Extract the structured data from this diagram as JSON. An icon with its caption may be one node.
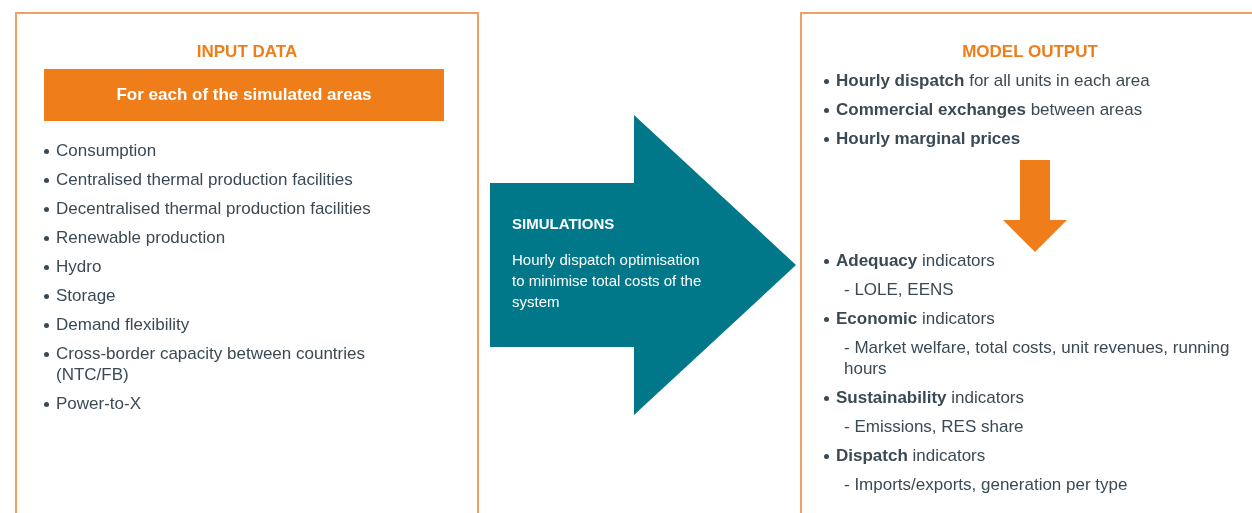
{
  "diagram": {
    "nodes": [
      {
        "text": [
          "INPUT DATA"
        ]
      },
      {
        "text": [
          "For each of the simulated areas"
        ],
        "in": 0
      },
      {
        "text": [
          "Consumption",
          "Centralised thermal production facilities",
          "Decentralised thermal production facilities",
          "Renewable production",
          "Hydro",
          "Storage",
          "Demand flexibility",
          "Cross-border capacity between countries (NTC/FB)",
          "Power-to-X"
        ],
        "in": 0
      },
      {
        "text": [
          "SIMULATIONS",
          "Hourly dispatch optimisation to minimise total costs of the system"
        ]
      },
      {
        "text": [
          "MODEL OUTPUT"
        ]
      },
      {
        "text": [
          "**Hourly dispatch** for all units in each area",
          "**Commercial exchanges** between areas",
          "**Hourly marginal prices**"
        ],
        "in": 4
      },
      {
        "text": [
          "**Adequacy** indicators",
          "- LOLE, EENS",
          "**Economic** indicators",
          "- Market welfare, total costs, unit revenues, running hours",
          "**Sustainability** indicators",
          "- Emissions, RES share",
          "**Dispatch** indicators",
          "- Imports/exports, generation per type"
        ],
        "in": 4
      }
    ],
    "edges": [
      {
        "from": 5,
        "to": 6,
        "arrow": "to"
      }
    ]
  }
}
